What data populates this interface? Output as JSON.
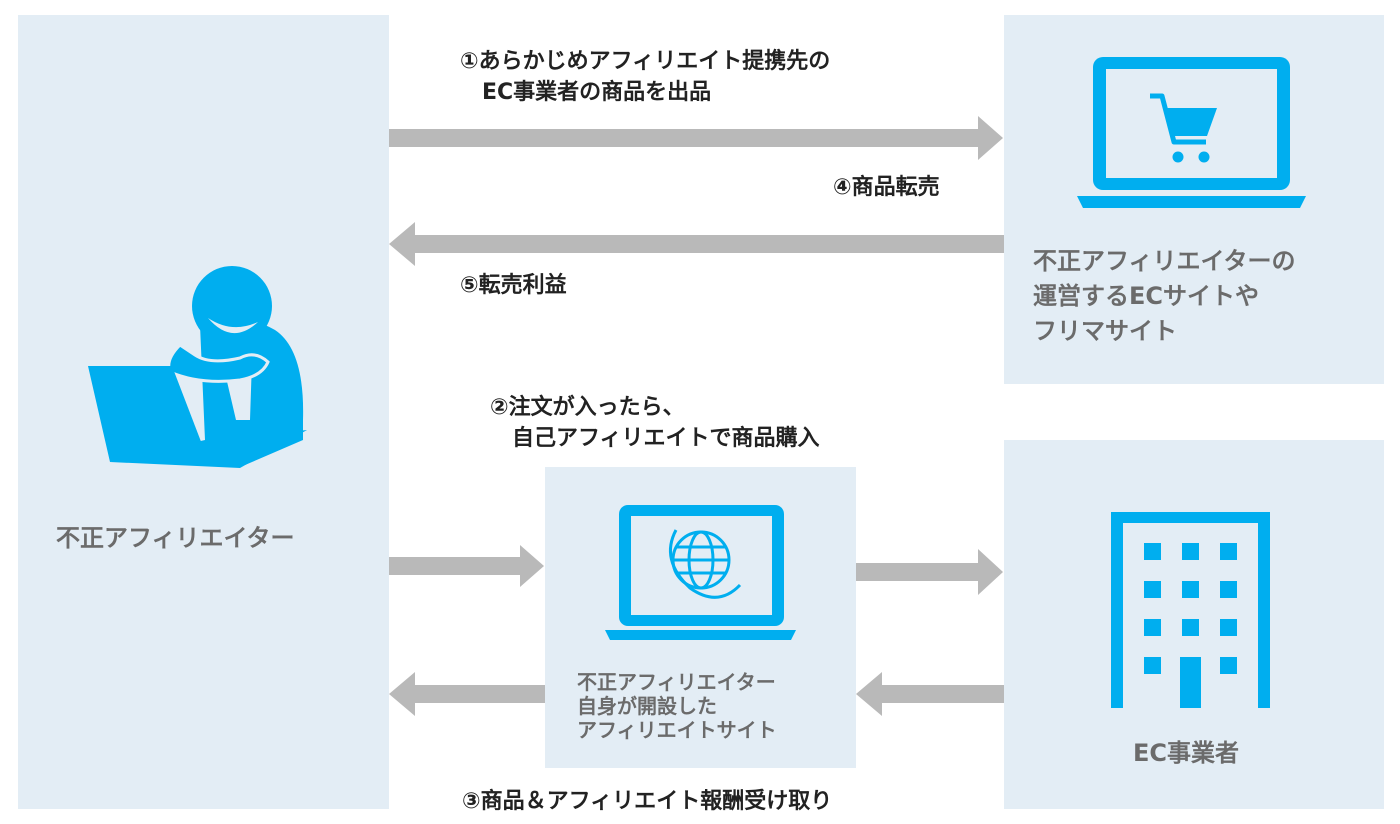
{
  "panels": {
    "fraud_affiliator": {
      "label": "不正アフィリエイター"
    },
    "fraud_site": {
      "label": "不正アフィリエイターの\n運営するECサイトや\nフリマサイト"
    },
    "affiliate_site": {
      "label": "不正アフィリエイター\n自身が開設した\nアフィリエイトサイト"
    },
    "ec_operator": {
      "label": "EC事業者"
    }
  },
  "steps": {
    "step1": "①あらかじめアフィリエイト提携先の\n　EC事業者の商品を出品",
    "step2": "②注文が入ったら、\n　自己アフィリエイトで商品購入",
    "step3": "③商品＆アフィリエイト報酬受け取り",
    "step4": "④商品転売",
    "step5": "⑤転売利益"
  },
  "colors": {
    "panel_bg": "#e3edf5",
    "accent_blue": "#00aeef",
    "arrow_gray": "#b9b9b9",
    "text_dark": "#222222",
    "text_gray": "#6b6b6b"
  }
}
